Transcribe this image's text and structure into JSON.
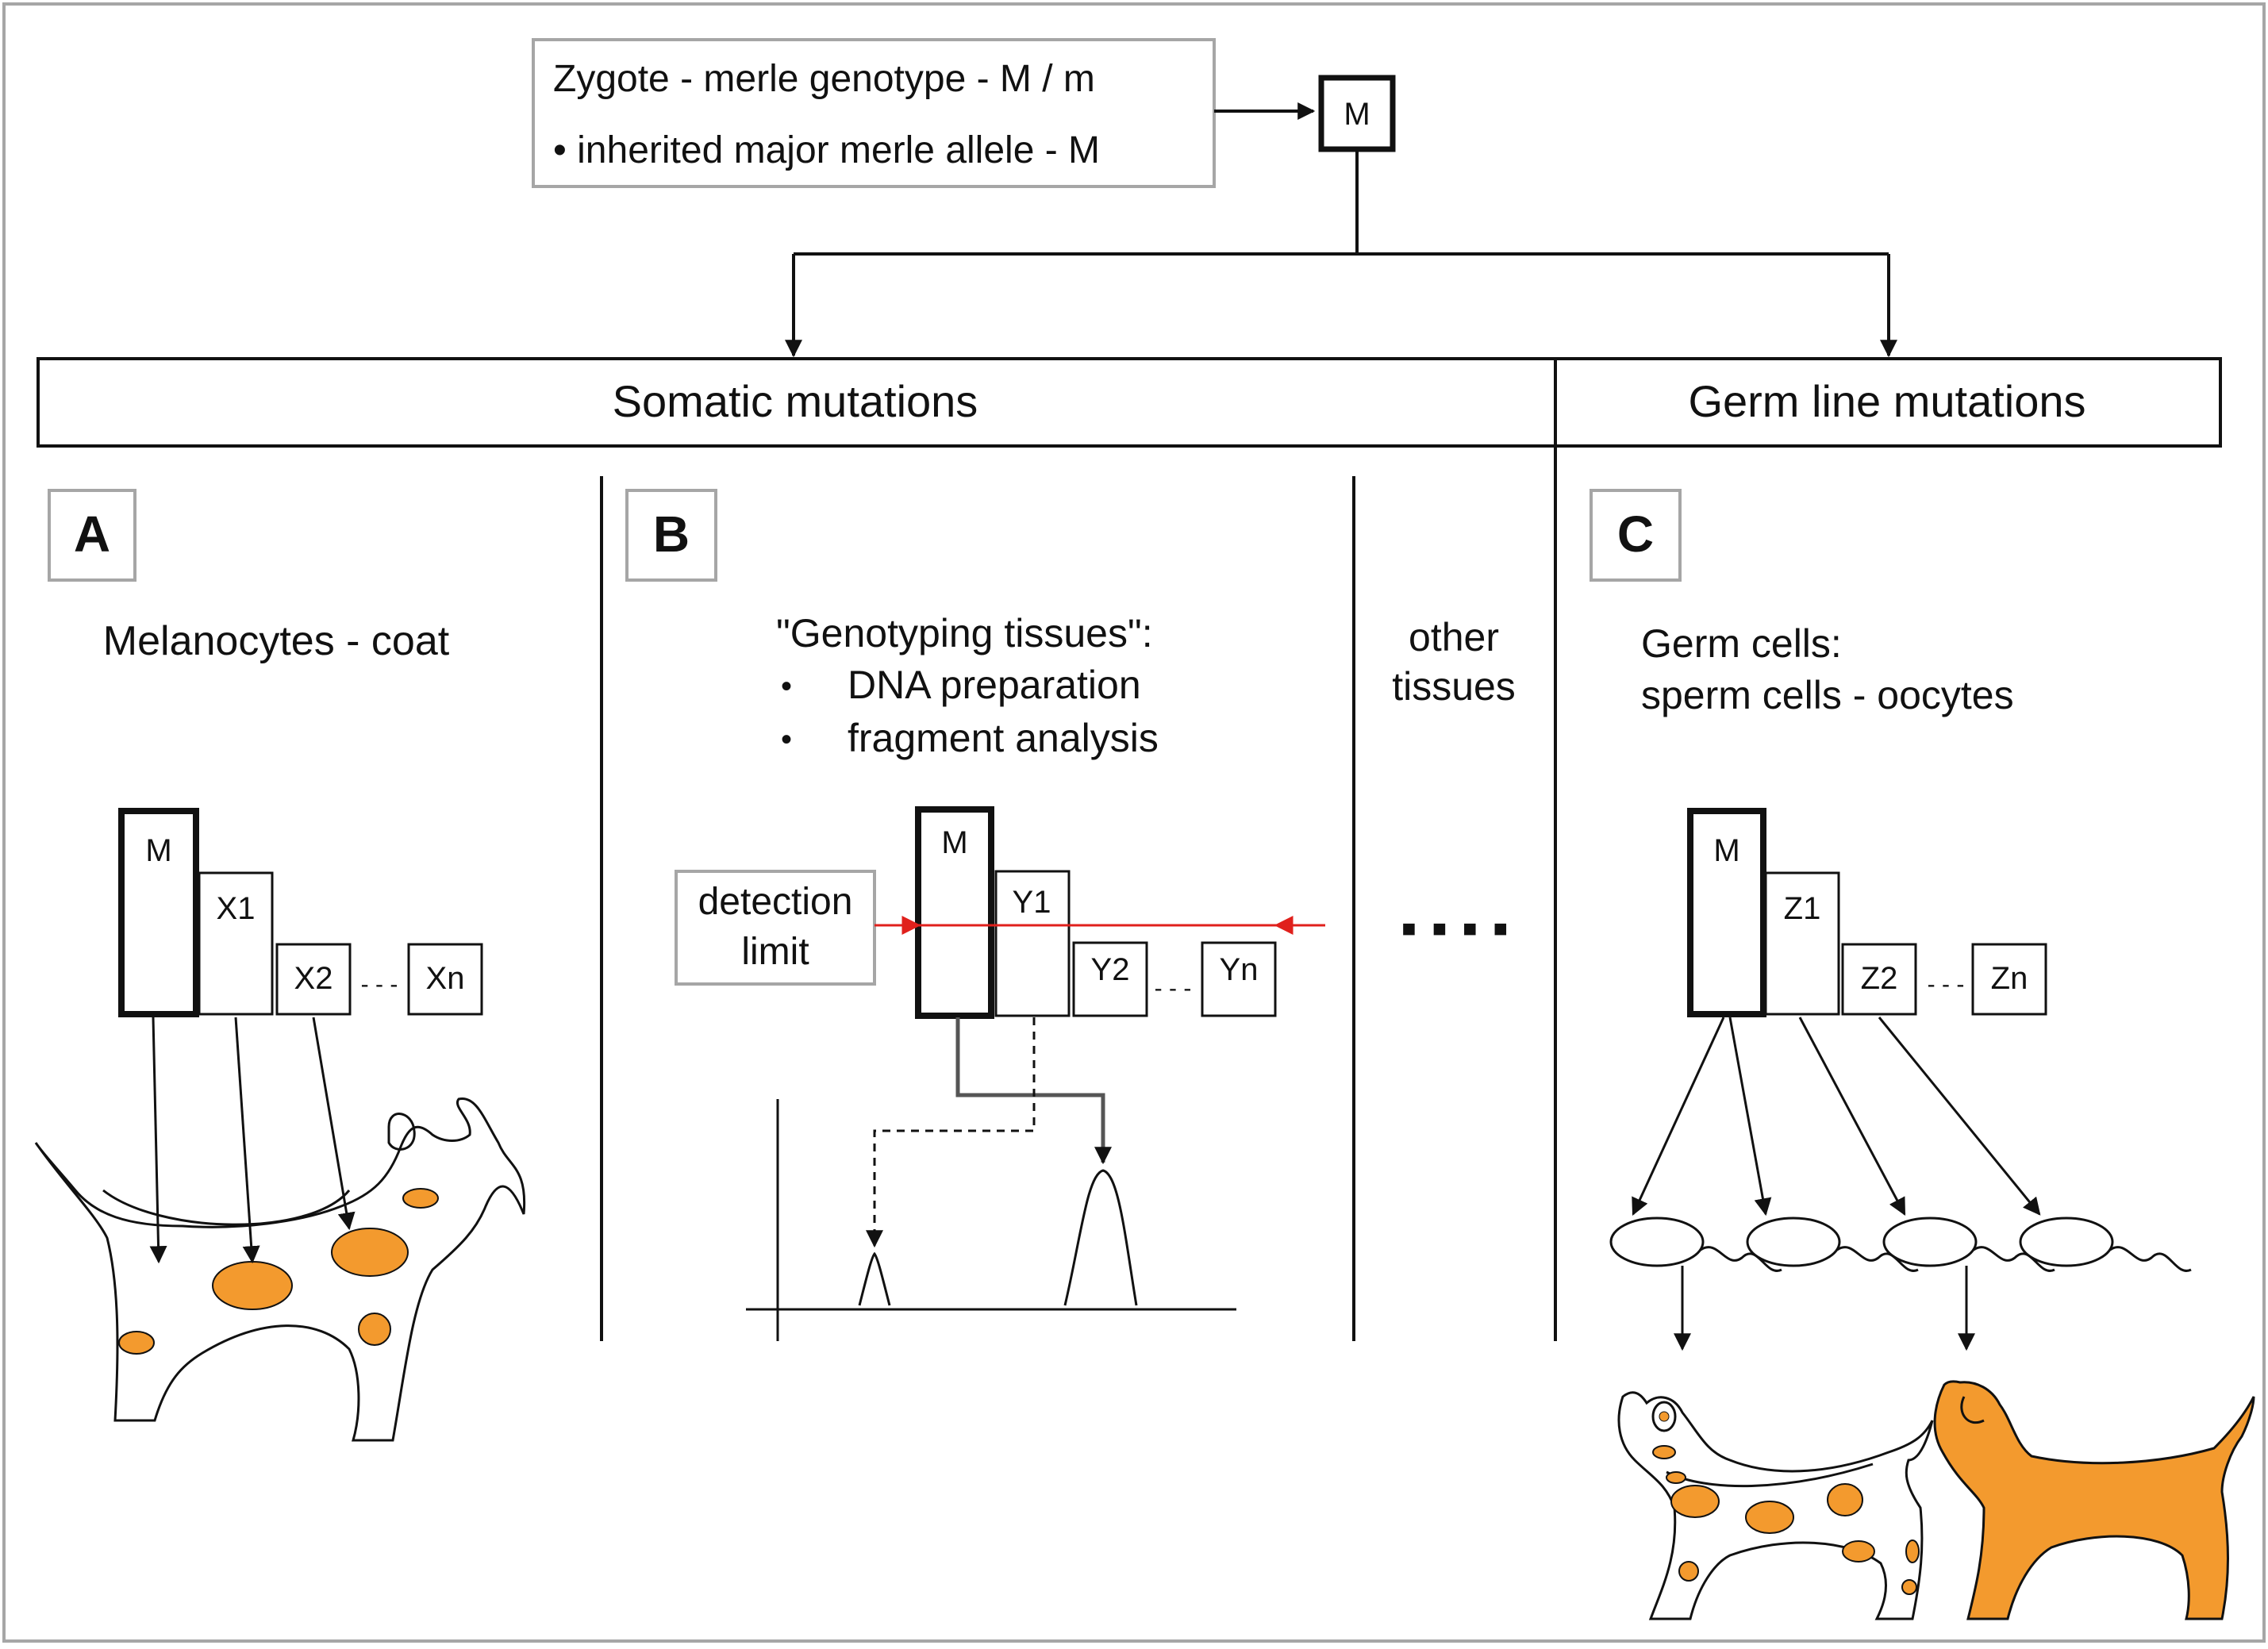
{
  "zygote": {
    "line1": "Zygote - merle genotype - M / m",
    "line2": "• inherited major merle allele - M",
    "allele_box": "M"
  },
  "headers": {
    "somatic": "Somatic mutations",
    "germline": "Germ line mutations"
  },
  "panel_a": {
    "letter": "A",
    "title": "Melanocytes - coat",
    "bars": [
      "M",
      "X1",
      "X2",
      "Xn"
    ],
    "ellipsis": "- - -"
  },
  "panel_b": {
    "letter": "B",
    "title": "\"Genotyping tissues\":",
    "bullet_marker": "•",
    "bullets": [
      "DNA preparation",
      "fragment analysis"
    ],
    "detection_limit": [
      "detection",
      "limit"
    ],
    "bars": [
      "M",
      "Y1",
      "Y2",
      "Yn"
    ],
    "ellipsis": "- - -"
  },
  "other_tissues": {
    "label": [
      "other",
      "tissues"
    ],
    "dots": "■ ■ ■ ■"
  },
  "panel_c": {
    "letter": "C",
    "title": [
      "Germ cells:",
      "sperm cells - oocytes"
    ],
    "bars": [
      "M",
      "Z1",
      "Z2",
      "Zn"
    ],
    "ellipsis": "- - -"
  },
  "colors": {
    "spot": "#f39a2e",
    "detection_line": "#e0201c",
    "frame": "#a6a6a6",
    "ink": "#111111"
  }
}
